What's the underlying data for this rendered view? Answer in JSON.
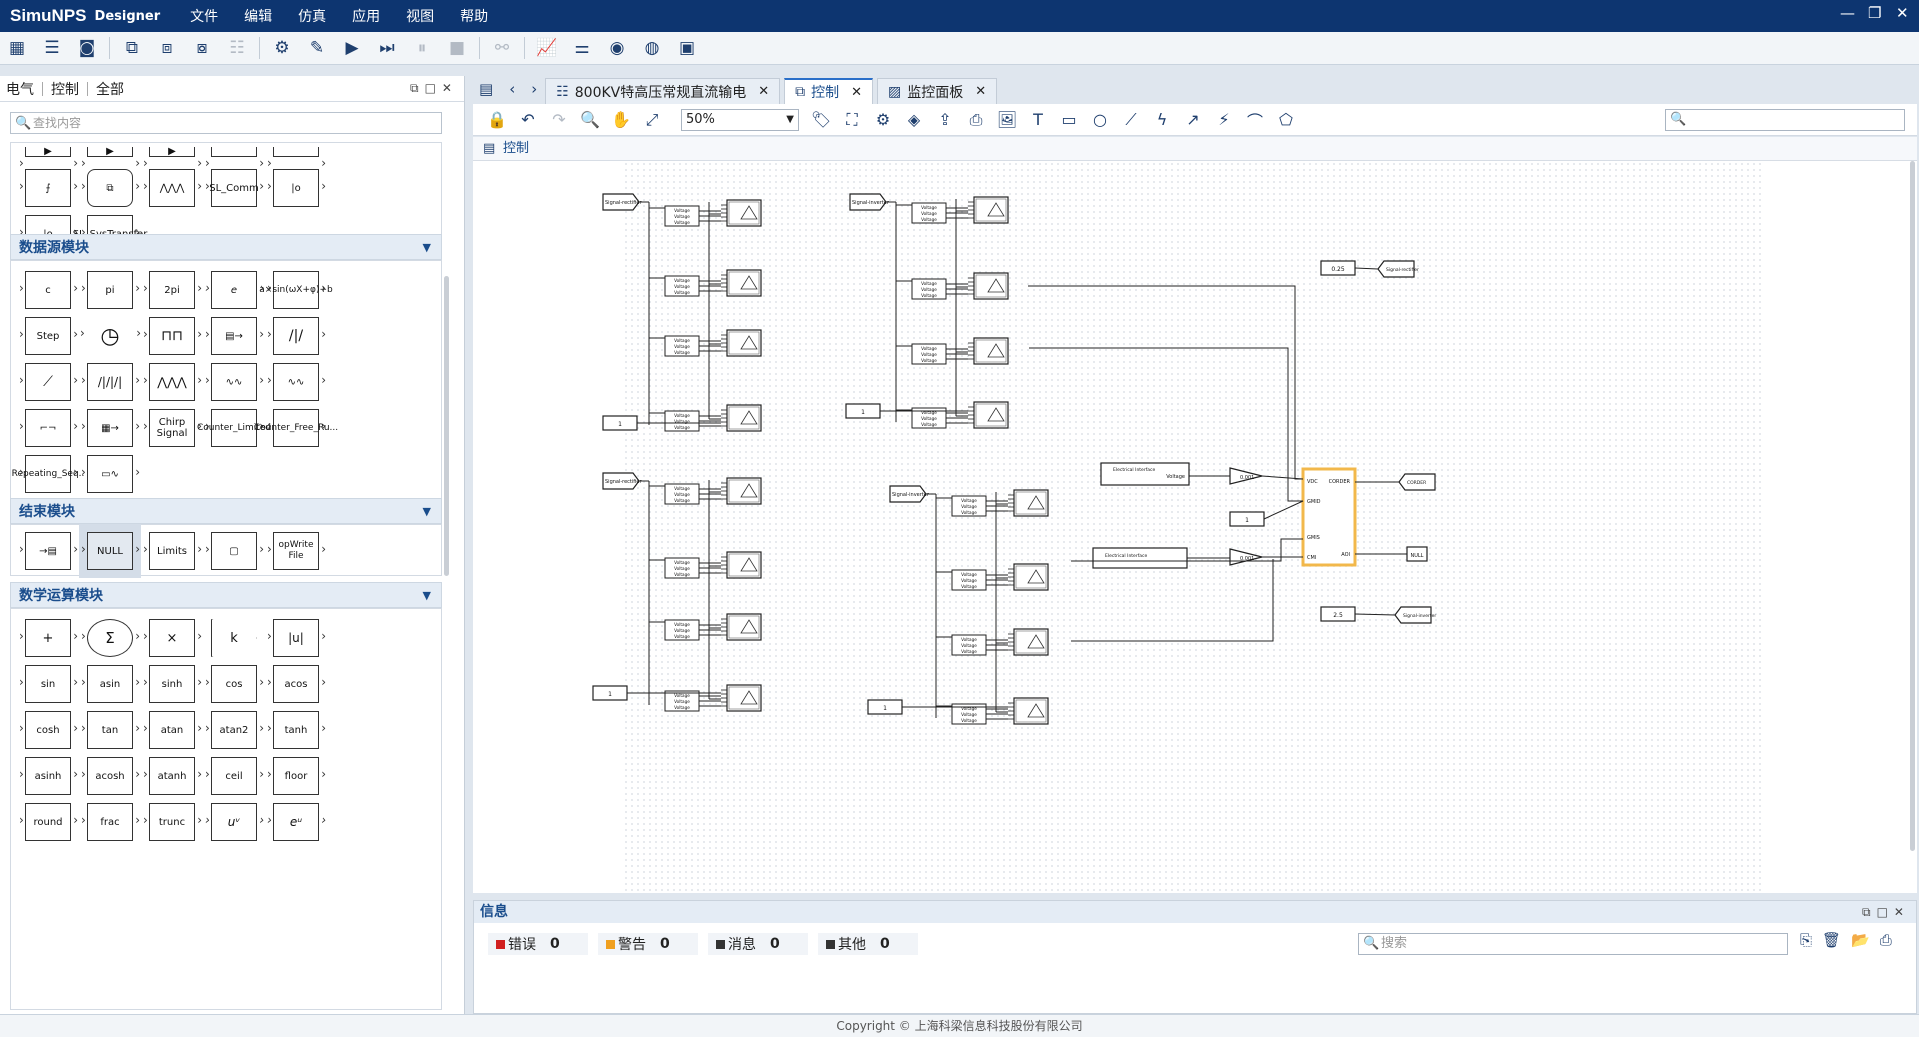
{
  "app": {
    "brand": "SimuNPS",
    "brand_sub": "Designer",
    "menus": [
      "文件",
      "编辑",
      "仿真",
      "应用",
      "视图",
      "帮助"
    ],
    "window_controls": [
      "—",
      "❐",
      "✕"
    ]
  },
  "left_panel": {
    "tabs": [
      "电气",
      "控制",
      "全部"
    ],
    "search_placeholder": "查找内容",
    "top_blocks": [
      "SL_Comm",
      "SL_SysTransfer"
    ],
    "sections": [
      {
        "title": "数据源模块",
        "blocks": [
          "c",
          "pi",
          "2pi",
          "e",
          "a×sin(ωX+φ)+b",
          "Step",
          "",
          "",
          "",
          "",
          "",
          "",
          "",
          "",
          "",
          "",
          "",
          "Chirp Signal",
          "Counter_Limited",
          "Counter_Free_Ru...",
          "Repeating_Seq..",
          ""
        ]
      },
      {
        "title": "结束模块",
        "blocks": [
          "",
          "NULL",
          "Limits",
          "",
          "opWrite File"
        ]
      },
      {
        "title": "数学运算模块",
        "blocks": [
          "+",
          "Σ",
          "×",
          "k",
          "|u|",
          "sin",
          "asin",
          "sinh",
          "cos",
          "acos",
          "cosh",
          "tan",
          "atan",
          "atan2",
          "tanh",
          "asinh",
          "acosh",
          "atanh",
          "ceil",
          "floor",
          "round",
          "frac",
          "trunc",
          "uᵛ",
          "eᵘ"
        ]
      }
    ]
  },
  "doc_tabs": [
    {
      "label": "800KV特高压常规直流输电",
      "active": false
    },
    {
      "label": "控制",
      "active": true
    },
    {
      "label": "监控面板",
      "active": false
    }
  ],
  "editor": {
    "zoom": "50%",
    "breadcrumb": "控制"
  },
  "diagram": {
    "from_labels": [
      "Signal-rectifier",
      "Signal-inverter"
    ],
    "const_values": [
      "1",
      "1",
      "1",
      "1",
      "0.25",
      "2.5",
      "1"
    ],
    "bus_text": "Voltage",
    "gain_value": "0.001",
    "ctrl_ports": [
      "VDC",
      "GMID",
      "GMIS",
      "CMI",
      "CORDER",
      "AOI"
    ],
    "goto_labels": [
      "Signal-rectifier",
      "CORDER",
      "NULL",
      "Signal-inverter"
    ],
    "em_label": "Electrical Interface",
    "em_port": "Voltage"
  },
  "info": {
    "title": "信息",
    "counts": [
      {
        "label": "错误",
        "value": "0",
        "color": "#d12020"
      },
      {
        "label": "警告",
        "value": "0",
        "color": "#f0a020"
      },
      {
        "label": "消息",
        "value": "0",
        "color": "#333333"
      },
      {
        "label": "其他",
        "value": "0",
        "color": "#333333"
      }
    ],
    "search_placeholder": "搜索"
  },
  "footer": "Copyright © 上海科梁信息科技股份有限公司"
}
